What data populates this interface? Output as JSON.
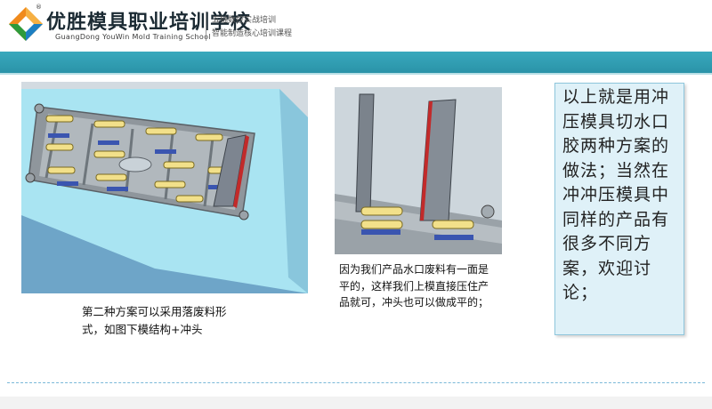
{
  "header": {
    "logo_icon": "diamond-logo-icon",
    "registered_mark": "®",
    "school_name": "优胜模具职业培训学校",
    "school_name_en": "GuangDong YouWin Mold Training School",
    "tagline_1": "五轴数控实战培训",
    "tagline_2": "智能制造核心培训课程"
  },
  "colors": {
    "band": "#2fa0b5",
    "note_bg": "#dff1f8",
    "note_border": "#8ec6dc",
    "divider": "#7ab8d8"
  },
  "images": {
    "left": "mold-plate-3d-render",
    "middle": "punch-closeup-3d-render"
  },
  "captions": {
    "left": "第二种方案可以采用落废料形式，如图下模结构+冲头",
    "middle": "因为我们产品水口废料有一面是平的，这样我们上模直接压住产品就可，冲头也可以做成平的；"
  },
  "note": {
    "text": "以上就是用冲压模具切水口胶两种方案的做法；当然在冲冲压模具中同样的产品有很多不同方案，欢迎讨论；"
  }
}
